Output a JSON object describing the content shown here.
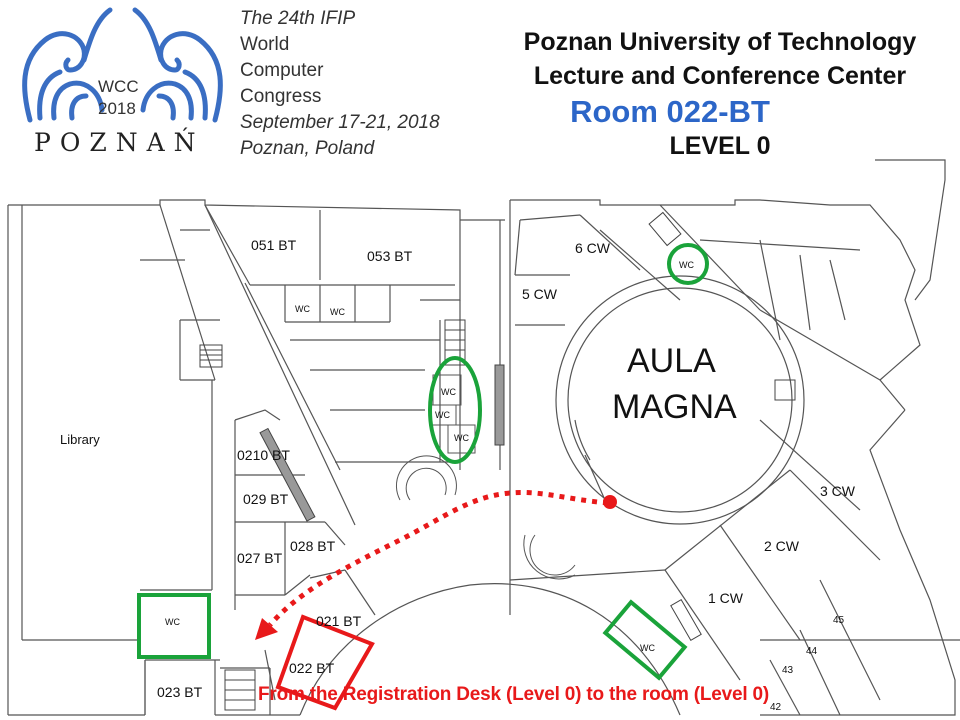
{
  "event": {
    "edition": "The 24th IFIP",
    "name_line1": "World",
    "name_line2": "Computer",
    "name_line3": "Congress",
    "dates": "September 17-21, 2018",
    "location": "Poznan, Poland"
  },
  "logo": {
    "acronym": "WCC",
    "year": "2018",
    "city": "POZNAŃ",
    "color": "#3a6ec3"
  },
  "header": {
    "line1": "Poznan University of Technology",
    "line2": "Lecture and Conference Center",
    "room": "Room 022-BT",
    "level": "LEVEL 0",
    "room_color": "#2c66c8"
  },
  "rooms": {
    "r051": "051 BT",
    "r053": "053 BT",
    "r6cw": "6 CW",
    "r5cw": "5 CW",
    "aula1": "AULA",
    "aula2": "MAGNA",
    "library": "Library",
    "r0210": "0210 BT",
    "r029": "029 BT",
    "r027": "027 BT",
    "r028": "028 BT",
    "r021": "021 BT",
    "r022": "022 BT",
    "r023": "023 BT",
    "r3cw": "3 CW",
    "r2cw": "2 CW",
    "r1cw": "1 CW",
    "r45": "45",
    "r44": "44",
    "r43": "43",
    "r42": "42"
  },
  "wc": "WC",
  "caption": "From the Registration Desk (Level 0) to the room (Level 0)",
  "colors": {
    "route": "#e8191a",
    "wc_highlight": "#1aa33a",
    "walls": "#555555"
  }
}
